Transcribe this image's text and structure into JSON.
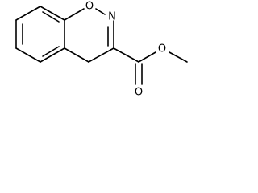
{
  "molecule": {
    "atoms": {
      "ring_oxygen": "O",
      "ring_nitrogen": "N",
      "carbonyl_oxygen": "O",
      "ester_oxygen": "O"
    }
  },
  "colors": {
    "bond": "#000000",
    "background": "#ffffff"
  }
}
